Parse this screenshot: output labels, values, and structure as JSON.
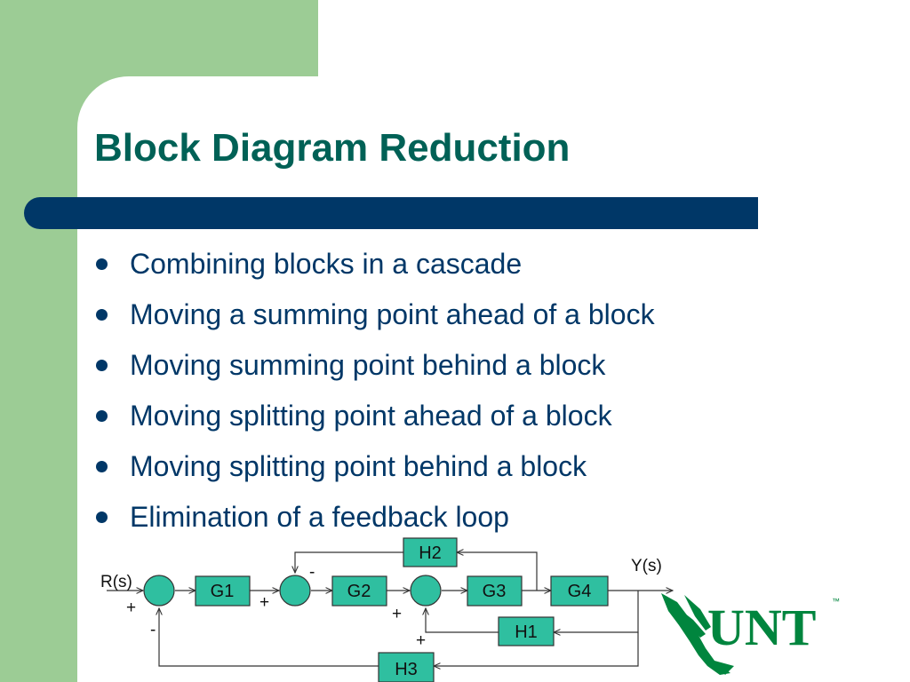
{
  "slide": {
    "title": "Block Diagram Reduction",
    "bullets": [
      "Combining blocks in a cascade",
      "Moving a summing point ahead of a block",
      "Moving summing point behind a block",
      "Moving splitting point ahead of a block",
      "Moving splitting point behind a block",
      "Elimination of a feedback loop"
    ]
  },
  "diagram": {
    "input_label": "R(s)",
    "output_label": "Y(s)",
    "blocks": {
      "g1": "G1",
      "g2": "G2",
      "g3": "G3",
      "g4": "G4",
      "h1": "H1",
      "h2": "H2",
      "h3": "H3"
    },
    "signs": {
      "sum1_plus": "+",
      "sum1_minus": "-",
      "sum2_plus": "+",
      "sum2_minus": "-",
      "sum3_plus_left": "+",
      "sum3_plus_bottom": "+"
    }
  },
  "logo": {
    "text": "UNT",
    "trademark": "™"
  },
  "colors": {
    "green_band": "#9ccc95",
    "title_bar": "#003767",
    "title_text": "#006156",
    "body_text": "#003767",
    "block_fill": "#2fbfa0",
    "logo_green": "#00853e"
  }
}
